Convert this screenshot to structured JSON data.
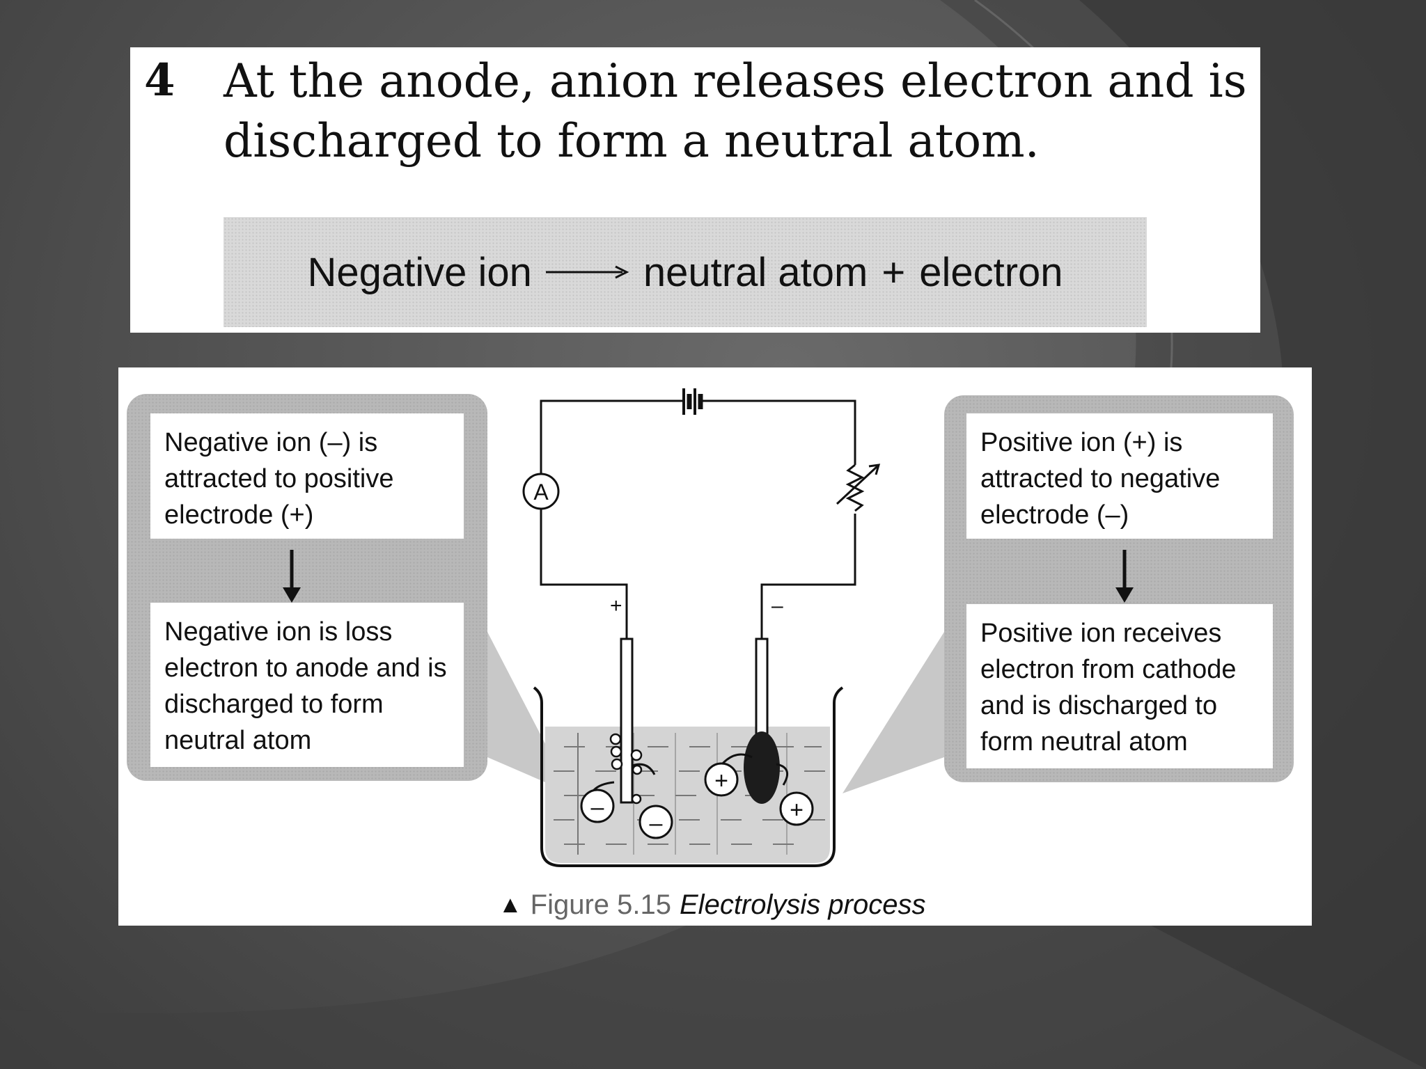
{
  "step": {
    "number": "4",
    "text": "At the anode, anion releases electron and is discharged to form a neutral atom."
  },
  "equation": {
    "left": "Negative ion",
    "right": "neutral atom",
    "plus": "+",
    "product": "electron"
  },
  "figure": {
    "left_top_note": "Negative ion (–) is attracted to positive electrode (+)",
    "left_bottom_note": "Negative ion is loss electron to anode and is discharged to form neutral atom",
    "right_top_note": "Positive ion (+) is attracted to negative electrode (–)",
    "right_bottom_note": "Positive ion receives electron from cathode and is discharged to form neutral atom",
    "ammeter_label": "A",
    "anode_sign": "+",
    "cathode_sign": "–",
    "anion_symbol": "–",
    "cation_symbol": "+",
    "caption_marker": "▲",
    "caption_label": "Figure 5.15",
    "caption_title": "Electrolysis process"
  }
}
